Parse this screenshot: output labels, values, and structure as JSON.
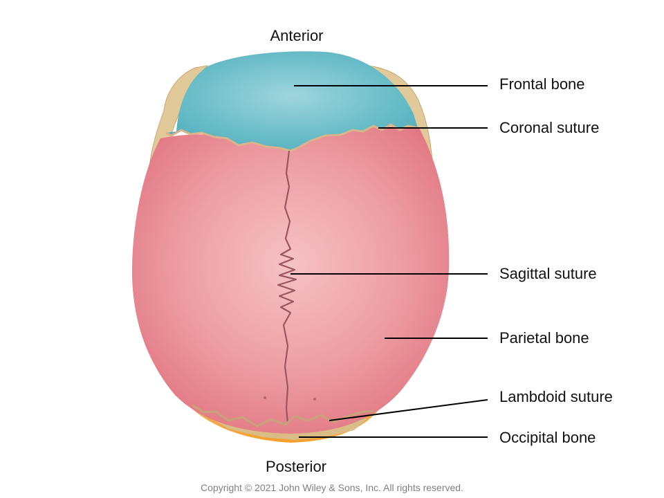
{
  "orientation": {
    "top": "Anterior",
    "bottom": "Posterior"
  },
  "labels": [
    {
      "id": "frontal",
      "text": "Frontal bone"
    },
    {
      "id": "coronal",
      "text": "Coronal suture"
    },
    {
      "id": "sagittal",
      "text": "Sagittal suture"
    },
    {
      "id": "parietal",
      "text": "Parietal bone"
    },
    {
      "id": "lambdoid",
      "text": "Lambdoid suture"
    },
    {
      "id": "occipital",
      "text": "Occipital bone"
    }
  ],
  "colors": {
    "frontal_bone": "#57b6c3",
    "parietal_bone": "#e9848e",
    "occipital_bone": "#f2a443",
    "temporal_edge": "#e2c99a",
    "suture_line": "#9a5560"
  },
  "copyright": "Copyright © 2021 John Wiley & Sons, Inc. All rights reserved."
}
